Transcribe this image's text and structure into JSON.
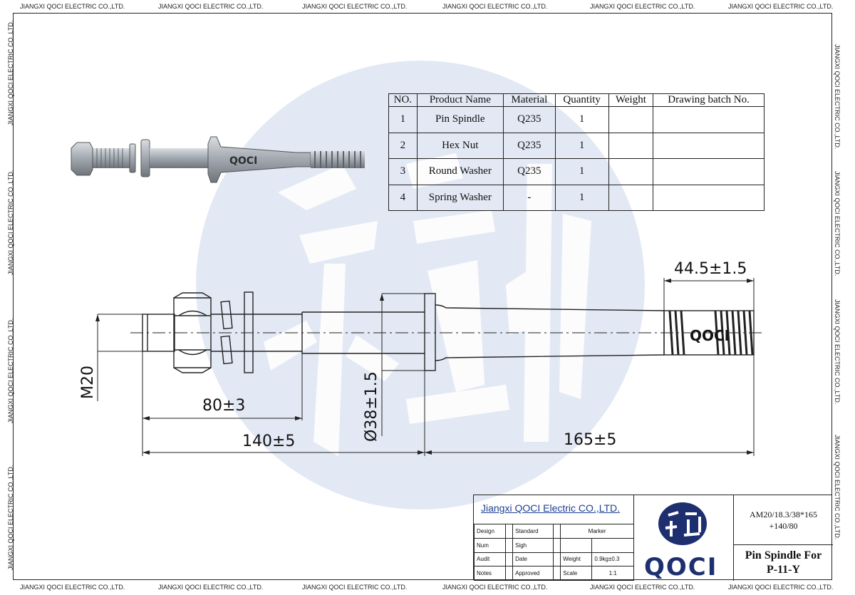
{
  "watermark": "JIANGXI QOCI ELECTRIC CO.,LTD.",
  "colors": {
    "accent": "#1d3f93",
    "watermark_logo": "#dce3f1",
    "line": "#222222"
  },
  "parts_table": {
    "headers": [
      "NO.",
      "Product Name",
      "Material",
      "Quantity",
      "Weight",
      "Drawing batch No."
    ],
    "rows": [
      [
        "1",
        "Pin Spindle",
        "Q235",
        "1",
        "",
        ""
      ],
      [
        "2",
        "Hex Nut",
        "Q235",
        "1",
        "",
        ""
      ],
      [
        "3",
        "Round Washer",
        "Q235",
        "1",
        "",
        ""
      ],
      [
        "4",
        "Spring Washer",
        "-",
        "1",
        "",
        ""
      ]
    ]
  },
  "dimensions": {
    "thread_length": "44.5±1.5",
    "thread": "M20",
    "nut_section": "80±3",
    "diameter": "Ø38±1.5",
    "shank_length": "140±5",
    "head_length": "165±5"
  },
  "brand_text": "QOCI",
  "title_block": {
    "company": "Jiangxi QOCI Electric CO.,LTD.",
    "grid": [
      [
        "Design",
        "",
        "Standard",
        "",
        "Marker",
        ""
      ],
      [
        "Num",
        "",
        "Sigh",
        "",
        "",
        ""
      ],
      [
        "Audit",
        "",
        "Date",
        "",
        "Weight",
        "0.9kg±0.3"
      ],
      [
        "Notes",
        "",
        "Approved",
        "",
        "Scale",
        "1:1"
      ]
    ],
    "logo_text": "QOCI",
    "spec_line1": "AM20/18.3/38*165",
    "spec_line2": "+140/80",
    "title_line1": "Pin Spindle For",
    "title_line2": "P-11-Y"
  }
}
